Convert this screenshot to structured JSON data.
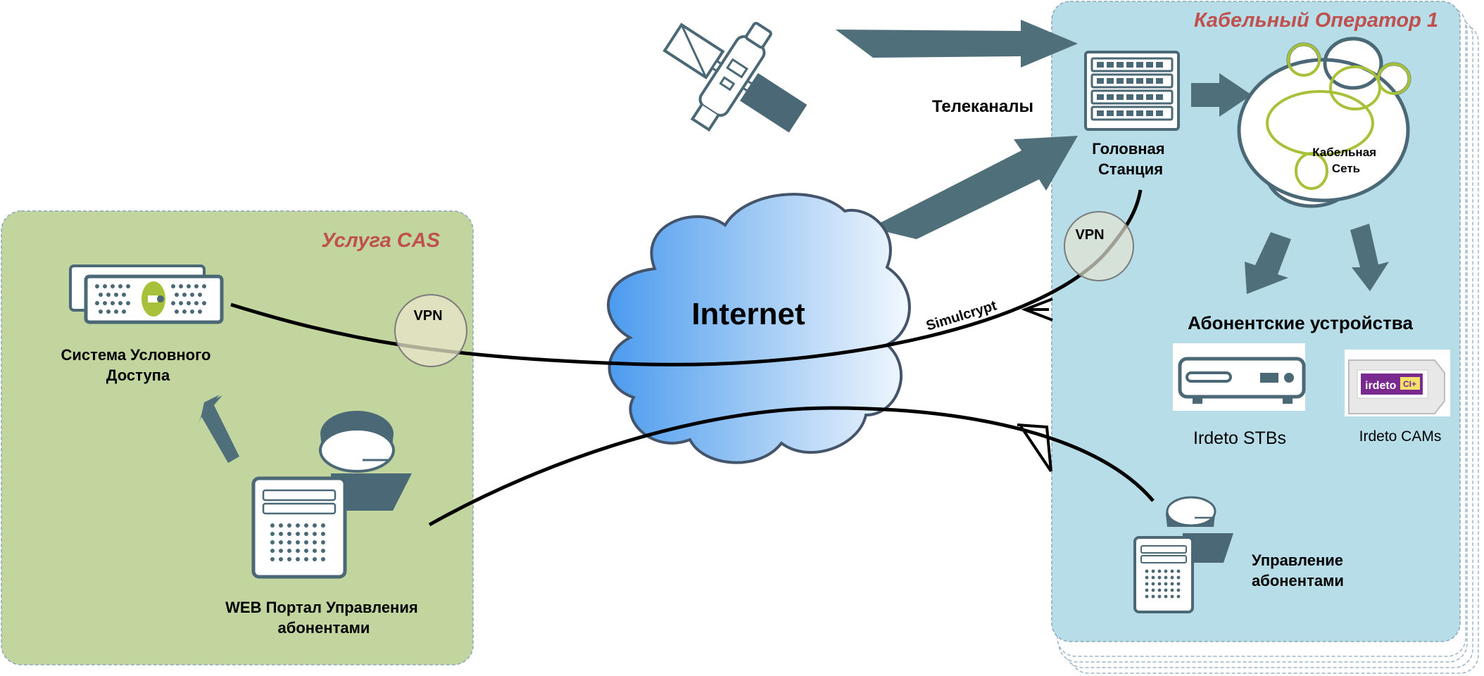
{
  "cas_panel": {
    "title": "Услуга CAS",
    "cas_system_label": [
      "Система Условного",
      "Доступа"
    ],
    "web_portal_label": [
      "WEB Портал Управления",
      "абонентами"
    ],
    "vpn_label": "VPN"
  },
  "operator_panel": {
    "title": "Кабельный Оператор 1",
    "headend_label": [
      "Головная",
      "Станция"
    ],
    "cable_network_label": [
      "Кабельная",
      "Сеть"
    ],
    "vpn_label": "VPN",
    "subscriber_devices_title": "Абонентские устройства",
    "stb_label": "Irdeto STBs",
    "cam_label": "Irdeto CAMs",
    "cam_logo_text": "irdeto",
    "cam_logo_suffix": "CI+",
    "subscriber_mgmt_label": [
      "Управление",
      "абонентами"
    ]
  },
  "internet_label": "Internet",
  "tv_channels_label": "Телеканалы",
  "simulcrypt_label": "Simulcrypt",
  "colors": {
    "cas_panel_fill": "#c3d59f",
    "operator_panel_fill": "#b6dde8",
    "accent_red": "#c0504d",
    "arrow_slate": "#4f6f7b",
    "icon_slate": "#4a6875",
    "cloud_blue": "#4b9bef",
    "lime": "#a7c23a"
  }
}
